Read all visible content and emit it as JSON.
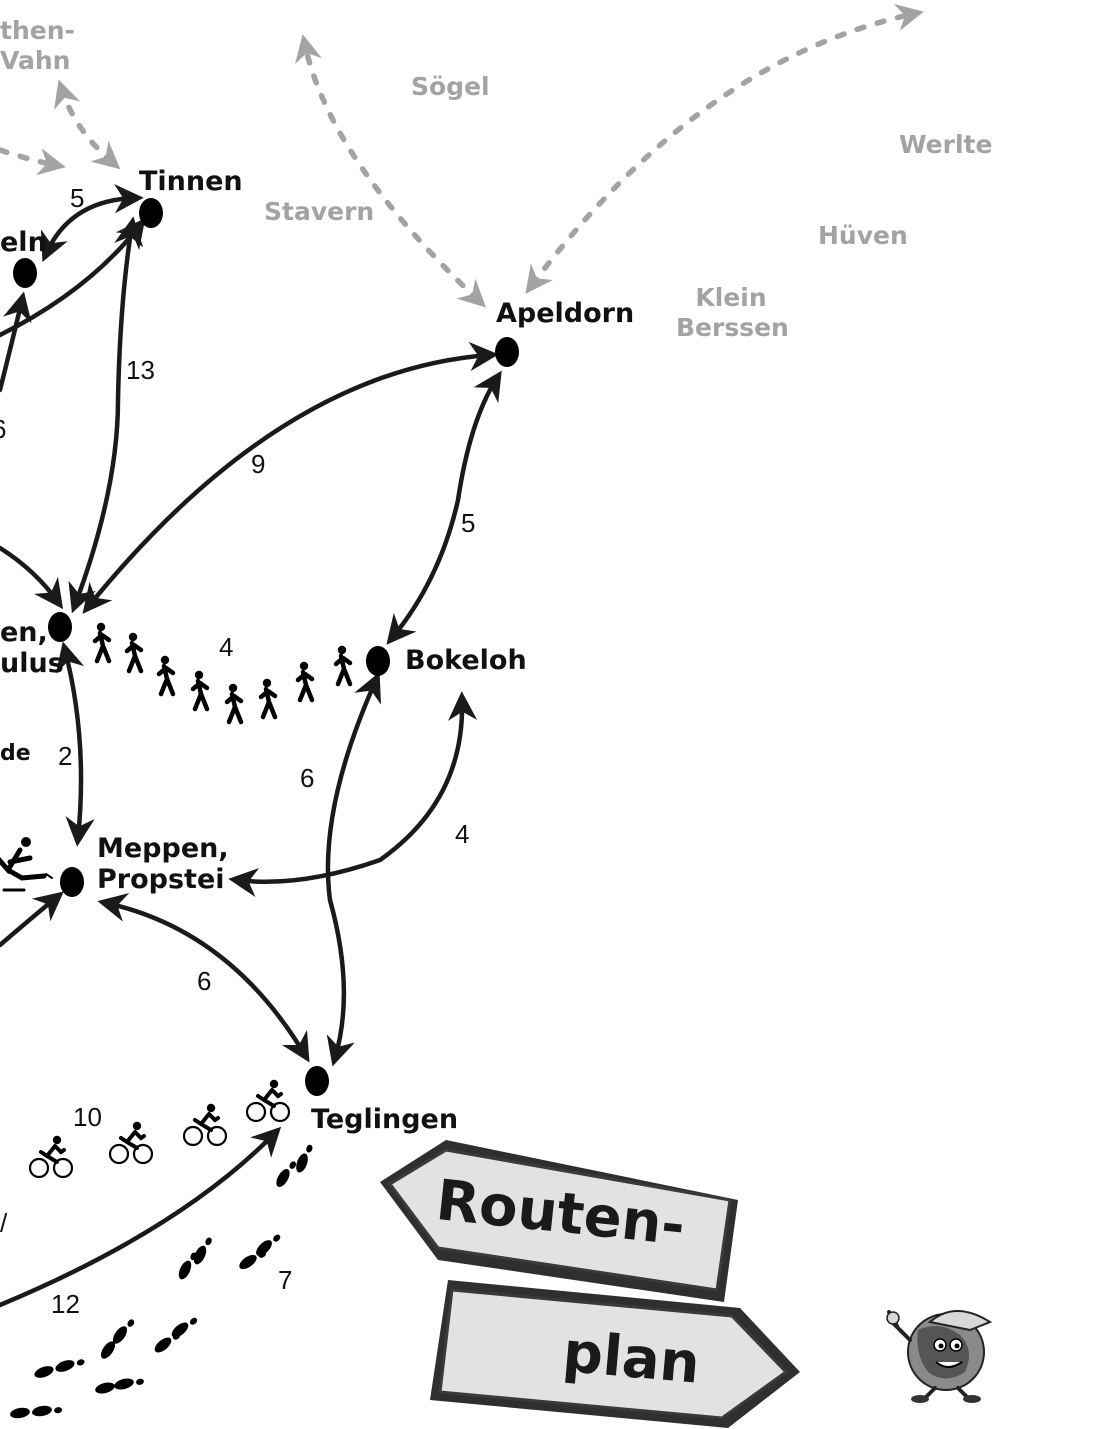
{
  "places": {
    "tinnen": "Tinnen",
    "apeldorn": "Apeldorn",
    "bokeloh": "Bokeloh",
    "teglingen": "Teglingen",
    "meppen_propstei_line1": "Meppen,",
    "meppen_propstei_line2": "Propstei",
    "partial_top_left_line1": "then-",
    "partial_top_left_line2": "Vahn",
    "partial_upper_left": "eln",
    "partial_mid_left_line1": "en,",
    "partial_mid_left_line2": "ulus",
    "partial_lower_left": "de"
  },
  "outer_places": {
    "soegel": "Sögel",
    "werlte": "Werlte",
    "stavern": "Stavern",
    "hueven": "Hüven",
    "klein_berssen_line1": "Klein",
    "klein_berssen_line2": "Berssen"
  },
  "distances": {
    "tinnen_upper_left": "5",
    "tinnen_mid": "13",
    "left_partial_a": "6",
    "apeldorn_center": "9",
    "apeldorn_bokeloh": "5",
    "walk_center_bokeloh": "4",
    "center_meppen": "2",
    "bokeloh_teglingen": "6",
    "bokeloh_meppen": "4",
    "meppen_teglingen": "6",
    "cycle_route": "10",
    "left_to_teglingen": "12",
    "footprint_route": "7",
    "partial_left_b": "/"
  },
  "signpost": {
    "line1": "Routen-",
    "line2": "plan"
  },
  "icons": {
    "walk": "walking-person-icon",
    "cycle": "cyclist-icon",
    "skate": "inline-skater-icon",
    "footprint": "footprint-icon",
    "mascot": "globe-mascot-icon"
  },
  "colors": {
    "route": "#1a1a1a",
    "outer_route": "#a3a3a3",
    "outer_label": "#a3a3a3",
    "sign_face": "#e2e2e2",
    "sign_shadow": "#2f2f2f"
  }
}
